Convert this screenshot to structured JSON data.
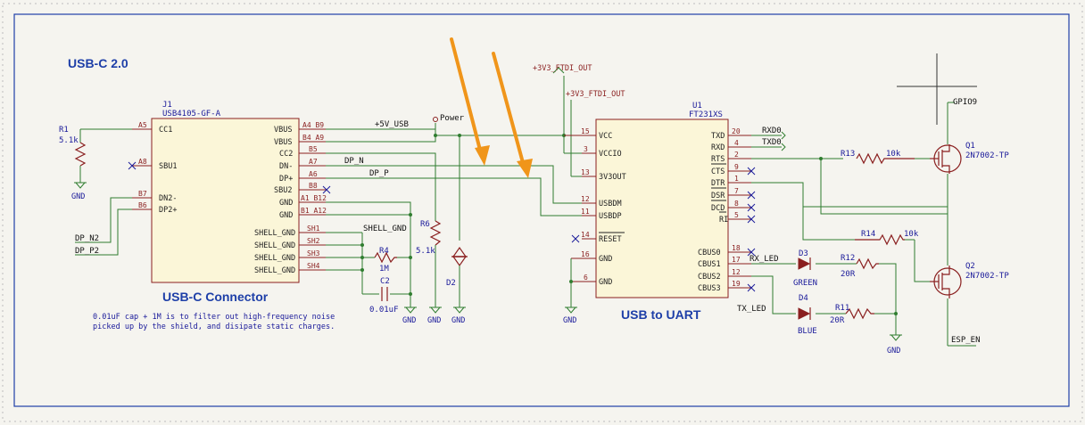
{
  "sheet": {
    "section_title": "USB-C 2.0",
    "usb_block_title": "USB-C Connector",
    "uart_block_title": "USB to UART",
    "note_line1": "0.01uF cap + 1M is to filter out high-frequency noise",
    "note_line2": "picked up by the shield, and disipate static charges."
  },
  "j1": {
    "ref": "J1",
    "value": "USB4105-GF-A",
    "pins_left": [
      {
        "num": "A5",
        "name": "CC1"
      },
      {
        "num": "A8",
        "name": "SBU1"
      },
      {
        "num": "B7",
        "name": "DN2-"
      },
      {
        "num": "B6",
        "name": "DP2+"
      }
    ],
    "pins_right": [
      {
        "num": "A4_B9",
        "name": "VBUS"
      },
      {
        "num": "B4_A9",
        "name": "VBUS"
      },
      {
        "num": "B5",
        "name": "CC2"
      },
      {
        "num": "A7",
        "name": "DN-"
      },
      {
        "num": "A6",
        "name": "DP+"
      },
      {
        "num": "B8",
        "name": "SBU2"
      },
      {
        "num": "A1_B12",
        "name": "GND"
      },
      {
        "num": "B1_A12",
        "name": "GND"
      },
      {
        "num": "SH1",
        "name": "SHELL_GND"
      },
      {
        "num": "SH2",
        "name": "SHELL_GND"
      },
      {
        "num": "SH3",
        "name": "SHELL_GND"
      },
      {
        "num": "SH4",
        "name": "SHELL_GND"
      }
    ]
  },
  "u1": {
    "ref": "U1",
    "value": "FT231XS",
    "pins_left": [
      {
        "num": "15",
        "name": "VCC"
      },
      {
        "num": "3",
        "name": "VCCIO"
      },
      {
        "num": "13",
        "name": "3V3OUT"
      },
      {
        "num": "12",
        "name": "USBDM"
      },
      {
        "num": "11",
        "name": "USBDP"
      },
      {
        "num": "14",
        "name": "RESET"
      },
      {
        "num": "16",
        "name": "GND"
      },
      {
        "num": "6",
        "name": "GND"
      }
    ],
    "pins_right": [
      {
        "num": "20",
        "name": "TXD"
      },
      {
        "num": "4",
        "name": "RXD"
      },
      {
        "num": "2",
        "name": "RTS"
      },
      {
        "num": "9",
        "name": "CTS"
      },
      {
        "num": "1",
        "name": "DTR"
      },
      {
        "num": "7",
        "name": "DSR"
      },
      {
        "num": "8",
        "name": "DCD"
      },
      {
        "num": "5",
        "name": "RI"
      },
      {
        "num": "18",
        "name": "CBUS0"
      },
      {
        "num": "17",
        "name": "CBUS1"
      },
      {
        "num": "12",
        "name": "CBUS2"
      },
      {
        "num": "19",
        "name": "CBUS3"
      }
    ]
  },
  "nets": {
    "v5_usb": "+5V_USB",
    "power": "Power",
    "dp_n": "DP_N",
    "dp_p": "DP_P",
    "dp_n2": "DP_N2",
    "dp_p2": "DP_P2",
    "shell_gnd": "SHELL_GND",
    "v3_ftdi_1": "+3V3_FTDI_OUT",
    "v3_ftdi_2": "+3V3_FTDI_OUT",
    "rxd0": "RXD0",
    "txd0": "TXD0",
    "rx_led": "RX_LED",
    "tx_led": "TX_LED",
    "gpio9": "GPIO9",
    "esp_en": "ESP_EN",
    "gnd": "GND"
  },
  "parts": {
    "r1": {
      "ref": "R1",
      "value": "5.1k"
    },
    "r4": {
      "ref": "R4",
      "value": "1M"
    },
    "c2": {
      "ref": "C2",
      "value": "0.01uF"
    },
    "r6": {
      "ref": "R6",
      "value": "5.1k"
    },
    "d2": {
      "ref": "D2"
    },
    "r13": {
      "ref": "R13",
      "value": "10k"
    },
    "r14": {
      "ref": "R14",
      "value": "10k"
    },
    "q1": {
      "ref": "Q1",
      "value": "2N7002-TP"
    },
    "q2": {
      "ref": "Q2",
      "value": "2N7002-TP"
    },
    "d3": {
      "ref": "D3",
      "value": "GREEN"
    },
    "d4": {
      "ref": "D4",
      "value": "BLUE"
    },
    "r12": {
      "ref": "R12",
      "value": "20R"
    },
    "r11": {
      "ref": "R11",
      "value": "20R"
    }
  },
  "colors": {
    "wire": "#2f7d2f",
    "body": "#8a1f1f",
    "fill": "#fbf6d8",
    "text": "#1a1a9a",
    "arrow": "#f0951a",
    "frame": "#1e3fa8"
  }
}
